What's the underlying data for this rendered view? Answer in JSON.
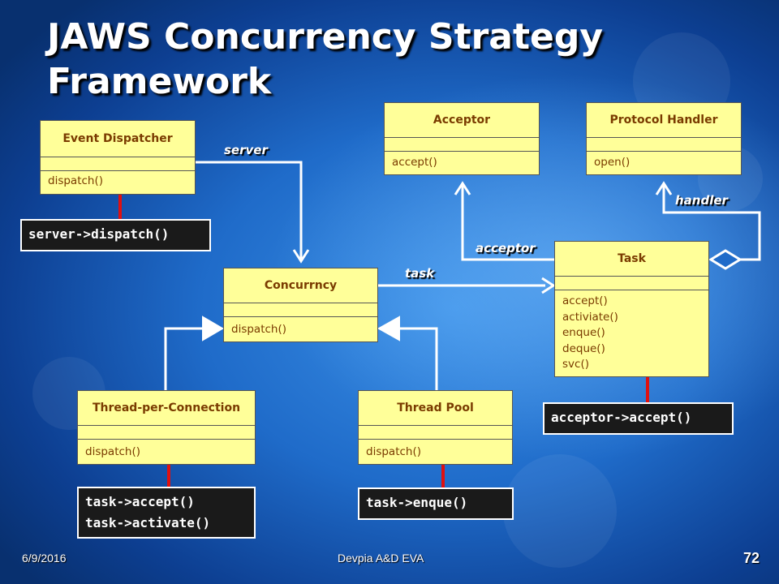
{
  "title": "JAWS Concurrency Strategy\nFramework",
  "classes": {
    "event_dispatcher": {
      "name": "Event Dispatcher",
      "ops": [
        "dispatch()"
      ]
    },
    "acceptor": {
      "name": "Acceptor",
      "ops": [
        "accept()"
      ]
    },
    "protocol_handler": {
      "name": "Protocol Handler",
      "ops": [
        "open()"
      ]
    },
    "concurrency": {
      "name": "Concurrncy",
      "ops": [
        "dispatch()"
      ]
    },
    "task": {
      "name": "Task",
      "ops": [
        "accept()",
        "activiate()",
        "enque()",
        "deque()",
        "svc()"
      ]
    },
    "thread_per_connection": {
      "name": "Thread-per-Connection",
      "ops": [
        "dispatch()"
      ]
    },
    "thread_pool": {
      "name": "Thread Pool",
      "ops": [
        "dispatch()"
      ]
    }
  },
  "notes": {
    "server_dispatch": [
      "server->dispatch()"
    ],
    "acceptor_accept": [
      "acceptor->accept()"
    ],
    "tpc": [
      "task->accept()",
      "task->activate()"
    ],
    "pool": [
      "task->enque()"
    ]
  },
  "labels": {
    "server": "server",
    "task": "task",
    "acceptor": "acceptor",
    "handler": "handler"
  },
  "footer": {
    "date": "6/9/2016",
    "org": "Devpia A&D EVA",
    "page": "72"
  },
  "colors": {
    "class_fill": "#ffff99",
    "class_text": "#7a3b00",
    "note_link": "#e01010",
    "connector": "#ffffff"
  }
}
